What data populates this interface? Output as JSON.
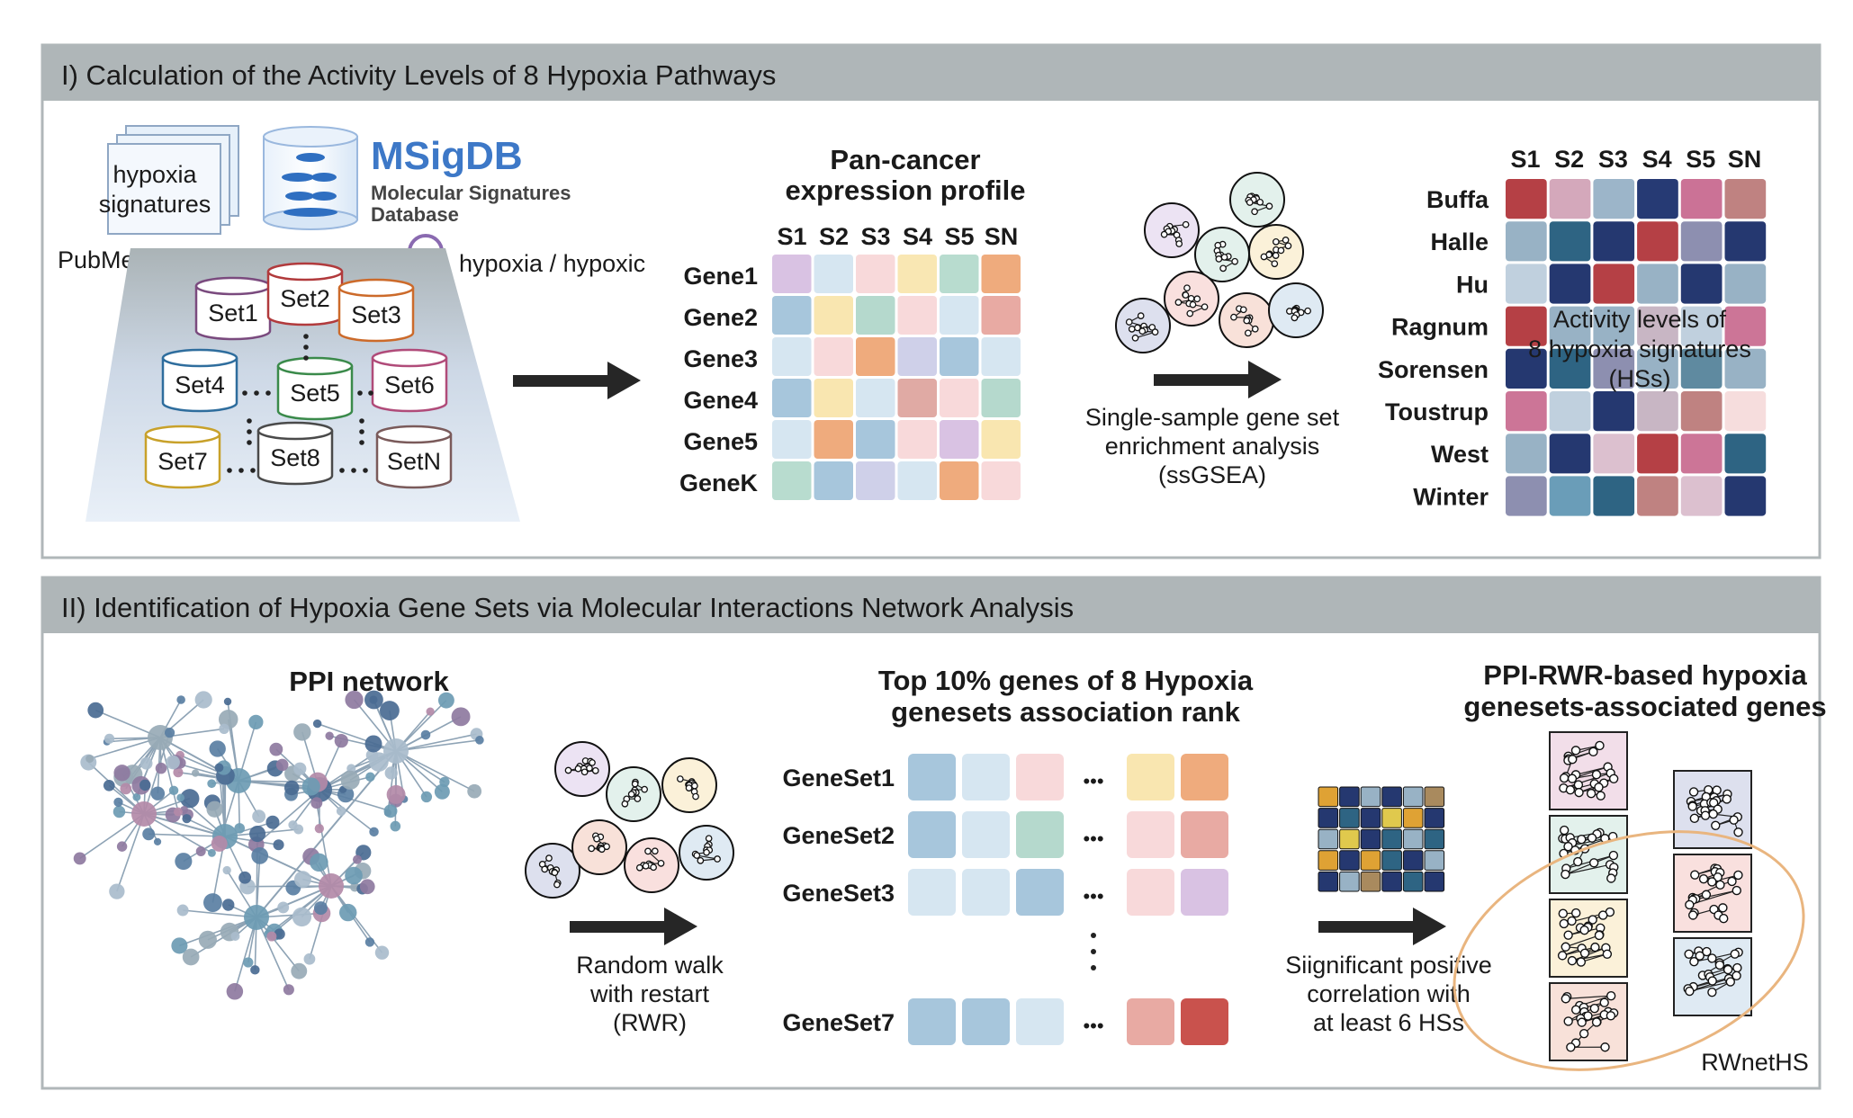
{
  "panel1": {
    "title": "I) Calculation of the Activity Levels of 8 Hypoxia Pathways",
    "doc_label_line1": "hypoxia",
    "doc_label_line2": "signatures",
    "pubmed": "PubMed",
    "msigdb_name": "MSigDB",
    "msigdb_sub1": "Molecular Signatures",
    "msigdb_sub2": "Database",
    "search_text": "hypoxia / hypoxic",
    "sets": [
      "Set1",
      "Set2",
      "Set3",
      "Set4",
      "Set5",
      "Set6",
      "Set7",
      "Set8",
      "SetN"
    ],
    "expr_title_line1": "Pan-cancer",
    "expr_title_line2": "expression profile",
    "sample_labels": [
      "S1",
      "S2",
      "S3",
      "S4",
      "S5",
      "SN"
    ],
    "gene_labels": [
      "Gene1",
      "Gene2",
      "Gene3",
      "Gene4",
      "Gene5",
      "GeneK"
    ],
    "expr_colors": [
      [
        "#d9c2e3",
        "#d6e6f1",
        "#f8d9da",
        "#f9e7b3",
        "#b8dccf",
        "#efab7d"
      ],
      [
        "#a7c6dc",
        "#f9e6b0",
        "#b5d9cd",
        "#f8d9da",
        "#d6e6f1",
        "#e8aaa3"
      ],
      [
        "#d6e6f1",
        "#f8d9da",
        "#efab7d",
        "#cfd0e9",
        "#a7c6dc",
        "#d6e6f1"
      ],
      [
        "#a7c6dc",
        "#f9e6b0",
        "#d6e6f1",
        "#e0aaa4",
        "#f8d9da",
        "#b5d9cd"
      ],
      [
        "#d6e6f1",
        "#efab7d",
        "#a7c6dc",
        "#f8d9da",
        "#d9c2e3",
        "#f9e6b0"
      ],
      [
        "#b8dccf",
        "#a7c6dc",
        "#cfd0e9",
        "#d6e6f1",
        "#efab7d",
        "#f8d9da"
      ]
    ],
    "ssgsea_line1": "Single-sample gene set",
    "ssgsea_line2": "enrichment analysis",
    "ssgsea_line3": "(ssGSEA)",
    "signature_labels": [
      "Buffa",
      "Halle",
      "Hu",
      "Ragnum",
      "Sorensen",
      "Toustrup",
      "West",
      "Winter"
    ],
    "heat_colors": [
      [
        "#b54045",
        "#d4a8bb",
        "#9cb5c9",
        "#263a74",
        "#cb7296",
        "#bf8281"
      ],
      [
        "#98b2c5",
        "#2e6483",
        "#253870",
        "#b54045",
        "#8d8fb0",
        "#253870"
      ],
      [
        "#c0d0de",
        "#253870",
        "#b54045",
        "#98b2c5",
        "#253870",
        "#98b2c5"
      ],
      [
        "#b54045",
        "#98b2c5",
        "#98b2c5",
        "#c8b6c4",
        "#c0d0de",
        "#cc7597"
      ],
      [
        "#253870",
        "#2e6483",
        "#8d8fb0",
        "#98b2c5",
        "#5f8aa0",
        "#98b2c5"
      ],
      [
        "#cc7597",
        "#c0d0de",
        "#253870",
        "#c8b6c4",
        "#bf8281",
        "#f6dddd"
      ],
      [
        "#98b2c5",
        "#253870",
        "#dcc0cf",
        "#b54045",
        "#cc7597",
        "#2e6483"
      ],
      [
        "#8d8fb0",
        "#6a9db8",
        "#2e6483",
        "#bf8281",
        "#dcc0cf",
        "#253870"
      ]
    ],
    "overlay_line1": "Activity levels of",
    "overlay_line2": "8 hypoxia signatures",
    "overlay_line3": "(HSs)"
  },
  "panel2": {
    "title": "II) Identification of Hypoxia Gene Sets via Molecular Interactions Network Analysis",
    "ppi_title": "PPI network",
    "rwr_line1": "Random walk",
    "rwr_line2": "with restart",
    "rwr_line3": "(RWR)",
    "top_title_line1": "Top 10% genes of 8 Hypoxia",
    "top_title_line2": "genesets association rank",
    "geneset_labels": [
      "GeneSet1",
      "GeneSet2",
      "GeneSet3",
      "GeneSet7"
    ],
    "dots": "•••",
    "geneset_colors": [
      [
        "#a7c6dc",
        "#d6e6f1",
        "#f8d9da",
        "#f9e6b0",
        "#efab7d"
      ],
      [
        "#a7c6dc",
        "#d6e6f1",
        "#b5d9cd",
        "#f8d9da",
        "#e8aaa3"
      ],
      [
        "#d6e6f1",
        "#d6e6f1",
        "#a7c6dc",
        "#f8d9da",
        "#d9c2e3"
      ],
      [
        "#a7c6dc",
        "#a7c6dc",
        "#d6e6f1",
        "#e8aaa3",
        "#c9524d"
      ]
    ],
    "corr_line1": "Siignificant positive",
    "corr_line2": "correlation with",
    "corr_line3": "at least 6 HSs",
    "corr_colors": [
      [
        "#dfa234",
        "#253870",
        "#98b2c5",
        "#253870",
        "#98b2c5",
        "#a98a5e"
      ],
      [
        "#253870",
        "#2e6483",
        "#253870",
        "#e0c94d",
        "#dfa234",
        "#253870"
      ],
      [
        "#98b2c5",
        "#e0c94d",
        "#253870",
        "#2e6483",
        "#98b2c5",
        "#2e6483"
      ],
      [
        "#dfa234",
        "#253870",
        "#dfa234",
        "#2e6483",
        "#253870",
        "#98b2c5"
      ],
      [
        "#253870",
        "#98b2c5",
        "#a98a5e",
        "#253870",
        "#2e6483",
        "#253870"
      ]
    ],
    "result_title_line1": "PPI-RWR-based hypoxia",
    "result_title_line2": "genesets-associated genes",
    "box_colors_left": [
      "#f2dee9",
      "#e3f1ec",
      "#fbf1d9",
      "#f8e1d9"
    ],
    "box_colors_right": [
      "#dde0ee",
      "#f9e0de",
      "#dfeaf3"
    ],
    "rwnet_label": "RWnetHS"
  },
  "bubble_colors": [
    "#e3f1ec",
    "#ece3f3",
    "#f9e0de",
    "#dfeaf3",
    "#fbf1d9",
    "#f8e1d9",
    "#dde0ee"
  ],
  "colors": {
    "band": "#afb6b8",
    "frame": "#b0b7b9",
    "arrow": "#262626",
    "ellipse": "#e9b57f"
  }
}
